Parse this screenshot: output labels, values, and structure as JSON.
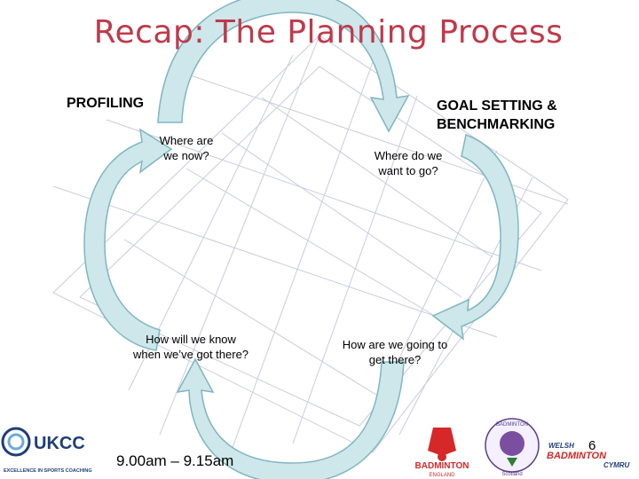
{
  "slide": {
    "title": "Recap: The Planning Process",
    "headings": {
      "profiling": "PROFILING",
      "goal_line1": "GOAL SETTING &",
      "goal_line2": "BENCHMARKING"
    },
    "questions": {
      "where_now_1": "Where are",
      "where_now_2": "we now?",
      "where_go_1": "Where do we",
      "where_go_2": "want to go?",
      "how_know_1": "How will we know",
      "how_know_2": "when we’ve got there?",
      "how_get_1": "How are we going to",
      "how_get_2": "get there?"
    },
    "footer": {
      "time": "9.00am – 9.15am",
      "page_number": "6"
    },
    "logos": {
      "ukcc_name": "UKCC",
      "ukcc_tagline": "EXCELLENCE IN SPORTS COACHING",
      "badminton_england": "BADMINTON",
      "badminton_england_sub": "ENGLAND",
      "badminton_scotland": "BADMINTON",
      "badminton_scotland_sub": "Scotland",
      "welsh_1": "WELSH",
      "welsh_2": "BADMINTON",
      "welsh_3": "CYMRU"
    },
    "colors": {
      "title": "#c0394b",
      "arrow_fill": "#cde7ea",
      "arrow_stroke": "#7fb6c0",
      "court_lines": "#c9cbe0"
    }
  }
}
